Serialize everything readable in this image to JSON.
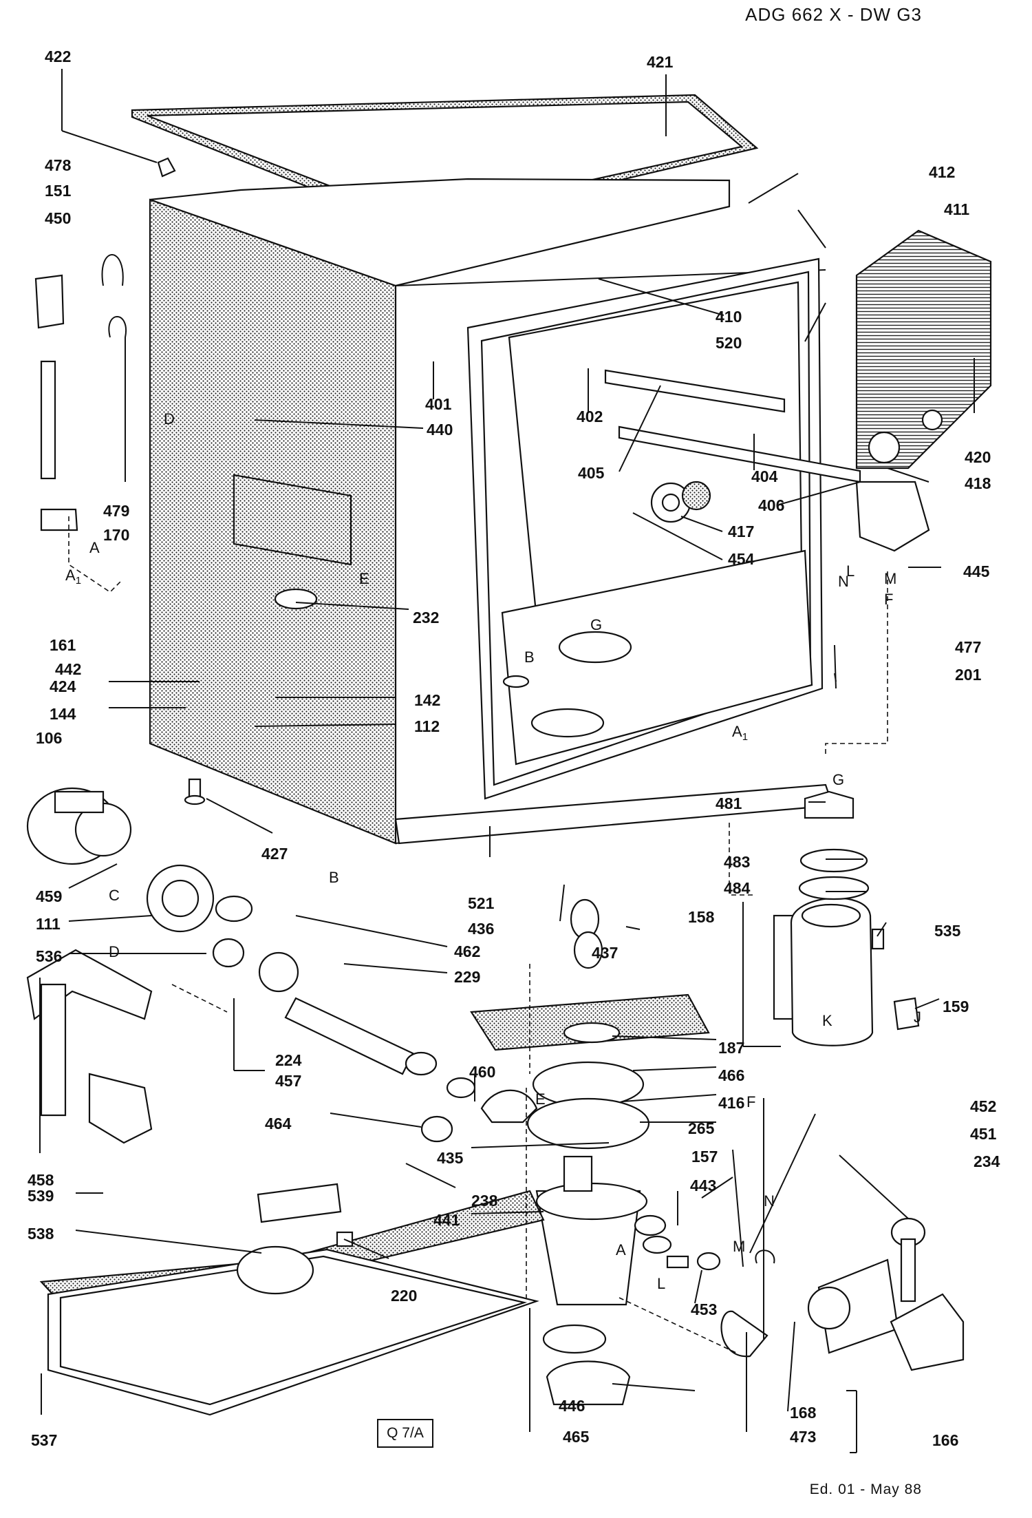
{
  "header": {
    "model": "ADG 662 X  -  DW G3"
  },
  "footer": {
    "edition": "Ed. 01 - May 88"
  },
  "reference_box": "Q 7/A",
  "callouts": [
    "422",
    "421",
    "478",
    "151",
    "450",
    "412",
    "411",
    "410",
    "520",
    "401",
    "402",
    "405",
    "404",
    "406",
    "420",
    "418",
    "417",
    "454",
    "445",
    "440",
    "479",
    "170",
    "161",
    "442",
    "232",
    "424",
    "144",
    "142",
    "112",
    "477",
    "201",
    "106",
    "427",
    "459",
    "111",
    "536",
    "462",
    "229",
    "224",
    "457",
    "458",
    "521",
    "436",
    "437",
    "158",
    "481",
    "483",
    "484",
    "535",
    "159",
    "187",
    "466",
    "460",
    "464",
    "416",
    "265",
    "435",
    "238",
    "441",
    "157",
    "443",
    "539",
    "538",
    "220",
    "537",
    "452",
    "451",
    "234",
    "453",
    "446",
    "465",
    "168",
    "473",
    "166"
  ],
  "letters": [
    "D",
    "A",
    "A1",
    "E",
    "G",
    "B",
    "A1",
    "G",
    "C",
    "D",
    "B",
    "J",
    "K",
    "L",
    "N",
    "M",
    "F",
    "F",
    "E",
    "A",
    "L",
    "M",
    "N"
  ],
  "colors": {
    "ink": "#111111",
    "paper": "#ffffff"
  }
}
